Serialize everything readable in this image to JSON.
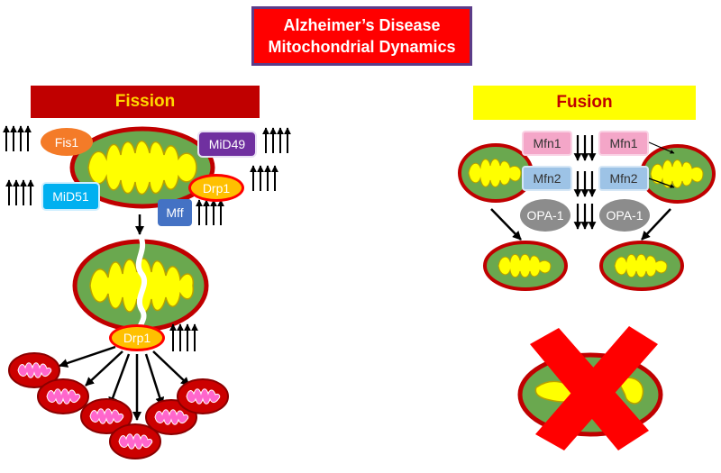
{
  "title": {
    "line1": "Alzheimer’s Disease",
    "line2": "Mitochondrial Dynamics"
  },
  "fission": {
    "header": "Fission",
    "proteins": {
      "fis1": "Fis1",
      "mid49": "MiD49",
      "mid51": "MiD51",
      "drp1_top": "Drp1",
      "mff": "Mff",
      "drp1_bottom": "Drp1"
    }
  },
  "fusion": {
    "header": "Fusion",
    "proteins": {
      "mfn1_left": "Mfn1",
      "mfn1_right": "Mfn1",
      "mfn2_left": "Mfn2",
      "mfn2_right": "Mfn2",
      "opa1_left": "OPA-1",
      "opa1_right": "OPA-1"
    }
  },
  "colors": {
    "title_bg": "#ff0000",
    "fission_bar": "#c00000",
    "fission_text": "#ffd700",
    "fusion_bar": "#ffff00",
    "fusion_text": "#c00000",
    "mito_outer": "#c00000",
    "mito_inner": "#6aa84f",
    "cristae": "#ffff00",
    "small_mito": "#cc0000",
    "small_cristae": "#ff66cc",
    "cross": "#ff0000"
  }
}
